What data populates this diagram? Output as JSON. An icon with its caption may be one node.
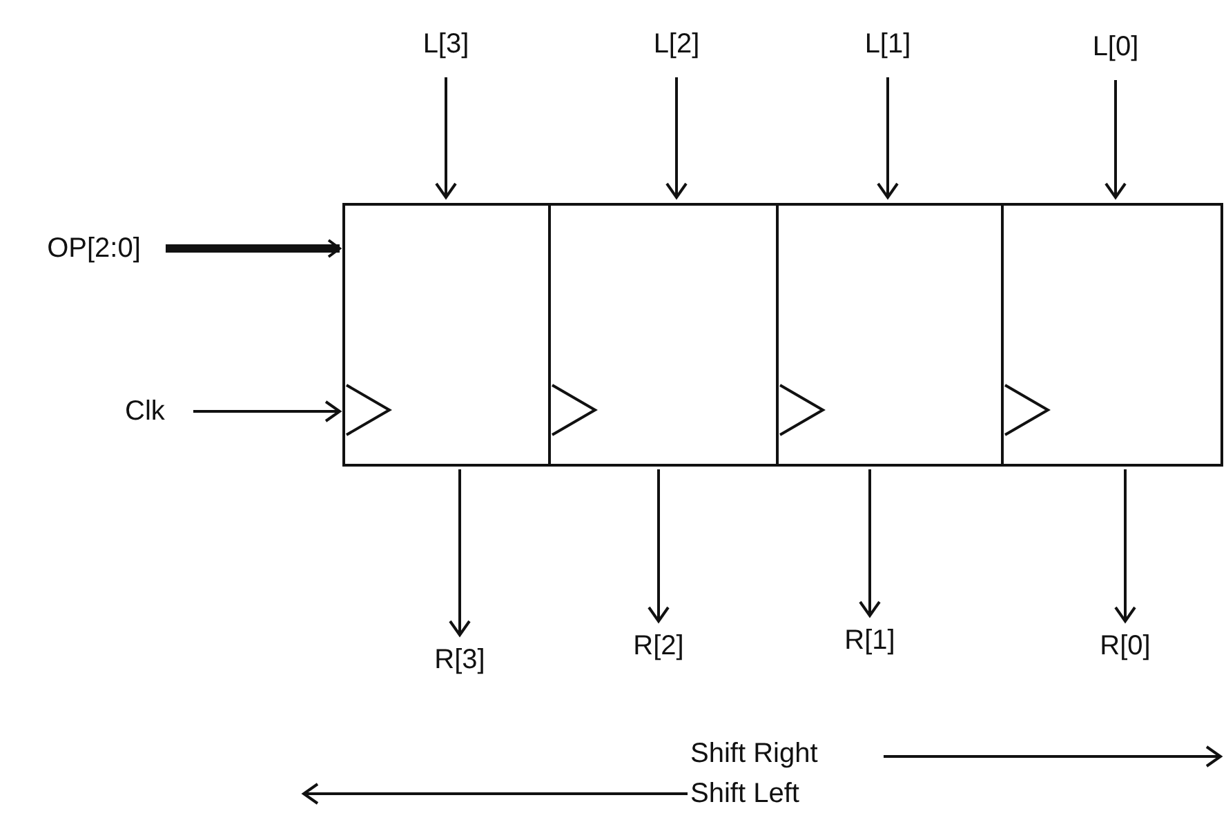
{
  "diagram": {
    "nodes": [
      {
        "text": [
          "L[3]"
        ]
      },
      {
        "text": [
          "L[2]"
        ]
      },
      {
        "text": [
          "L[1]"
        ]
      },
      {
        "text": [
          "L[0]"
        ]
      },
      {
        "text": [
          "OP[2:0]"
        ]
      },
      {
        "text": [],
        "shape": "box"
      },
      {
        "text": [],
        "shape": "box"
      },
      {
        "text": [],
        "shape": "box"
      },
      {
        "text": [],
        "shape": "box"
      },
      {
        "text": [
          "Clk"
        ]
      },
      {
        "text": [
          "R[3]"
        ]
      },
      {
        "text": [
          "R[2]"
        ]
      },
      {
        "text": [
          "R[1]"
        ]
      },
      {
        "text": [
          "R[0]"
        ]
      }
    ],
    "edges": [
      {
        "from": 0,
        "to": 5,
        "arrow": "to"
      },
      {
        "from": 1,
        "to": 6,
        "arrow": "to"
      },
      {
        "from": 2,
        "to": 7,
        "arrow": "to"
      },
      {
        "from": 3,
        "to": 8,
        "arrow": "to"
      },
      {
        "from": 4,
        "to": 5,
        "arrow": "to",
        "style": "thick"
      },
      {
        "from": 9,
        "to": 5,
        "arrow": "to"
      },
      {
        "from": 5,
        "to": 10,
        "arrow": "to"
      },
      {
        "from": 6,
        "to": 11,
        "arrow": "to"
      },
      {
        "from": 7,
        "to": 12,
        "arrow": "to"
      },
      {
        "from": 8,
        "to": 13,
        "arrow": "to"
      }
    ],
    "labels": [
      "Shift Right",
      "Shift Left"
    ]
  }
}
